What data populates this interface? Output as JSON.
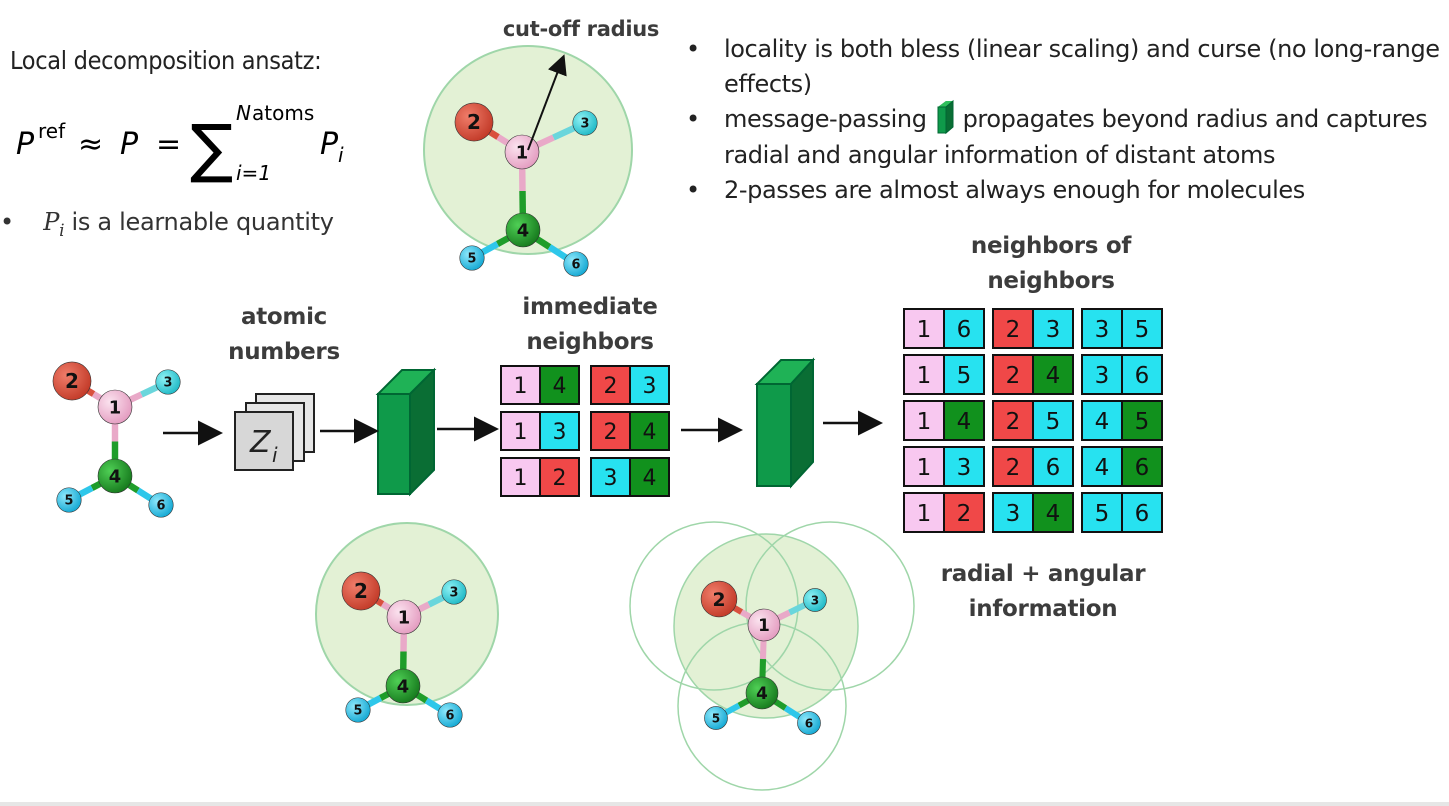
{
  "intro": "Local decomposition ansatz:",
  "formula": {
    "lhs": "P",
    "lhs_sup": "ref",
    "approx": "≈",
    "mid": "P",
    "eq": "=",
    "sum": "∑",
    "upper": "N",
    "upper_sub": "atoms",
    "lower": "i=1",
    "term": "P",
    "term_sub": "i"
  },
  "left_bullet": {
    "marker": "•",
    "symbol": "P",
    "sub": "i",
    "text": " is a learnable quantity"
  },
  "cutoff_label": "cut-off radius",
  "bullets": [
    "locality is both bless (linear scaling) and curse (no long-range effects)",
    "message-passing",
    "propagates beyond radius and captures radial and angular information of distant atoms",
    "2-passes are almost always enough for molecules"
  ],
  "headings": {
    "atomic": [
      "atomic",
      "numbers"
    ],
    "immediate": [
      "immediate",
      "neighbors"
    ],
    "neighbors_of": [
      "neighbors of",
      "neighbors"
    ],
    "radial": "radial + angular information"
  },
  "zi": {
    "symbol": "Z",
    "sub": "i"
  },
  "atoms": {
    "a1": "1",
    "a2": "2",
    "a3": "3",
    "a4": "4",
    "a5": "5",
    "a6": "6"
  },
  "colors": {
    "atom1": "#f3b8d4",
    "atom2": "#d9503e",
    "atom3": "#3ad0dc",
    "atom4": "#1f9d2a",
    "atom5": "#2ec7ea",
    "atom6": "#2ec7ea",
    "cutoff_fill": "#e3f1d5",
    "cutoff_stroke": "#9fd6a9",
    "block_front": "#0f9a4a",
    "block_side": "#0a6e34",
    "pink": "#f8c8f0",
    "red": "#f04848",
    "cyan": "#27e2f0",
    "green": "#11911d"
  },
  "immediate_pairs": [
    [
      [
        "1",
        "pink"
      ],
      [
        "4",
        "green"
      ]
    ],
    [
      [
        "2",
        "red"
      ],
      [
        "3",
        "cyan"
      ]
    ],
    [
      [
        "1",
        "pink"
      ],
      [
        "3",
        "cyan"
      ]
    ],
    [
      [
        "2",
        "red"
      ],
      [
        "4",
        "green"
      ]
    ],
    [
      [
        "1",
        "pink"
      ],
      [
        "2",
        "red"
      ]
    ],
    [
      [
        "3",
        "cyan"
      ],
      [
        "4",
        "green"
      ]
    ]
  ],
  "second_pairs": [
    [
      [
        "1",
        "pink"
      ],
      [
        "6",
        "cyan"
      ]
    ],
    [
      [
        "2",
        "red"
      ],
      [
        "3",
        "cyan"
      ]
    ],
    [
      [
        "3",
        "cyan"
      ],
      [
        "5",
        "cyan"
      ]
    ],
    [
      [
        "1",
        "pink"
      ],
      [
        "5",
        "cyan"
      ]
    ],
    [
      [
        "2",
        "red"
      ],
      [
        "4",
        "green"
      ]
    ],
    [
      [
        "3",
        "cyan"
      ],
      [
        "6",
        "cyan"
      ]
    ],
    [
      [
        "1",
        "pink"
      ],
      [
        "4",
        "green"
      ]
    ],
    [
      [
        "2",
        "red"
      ],
      [
        "5",
        "cyan"
      ]
    ],
    [
      [
        "4",
        "cyan"
      ],
      [
        "5",
        "green"
      ]
    ],
    [
      [
        "1",
        "pink"
      ],
      [
        "3",
        "cyan"
      ]
    ],
    [
      [
        "2",
        "red"
      ],
      [
        "6",
        "cyan"
      ]
    ],
    [
      [
        "4",
        "cyan"
      ],
      [
        "6",
        "green"
      ]
    ],
    [
      [
        "1",
        "pink"
      ],
      [
        "2",
        "red"
      ]
    ],
    [
      [
        "3",
        "cyan"
      ],
      [
        "4",
        "green"
      ]
    ],
    [
      [
        "5",
        "cyan"
      ],
      [
        "6",
        "cyan"
      ]
    ]
  ]
}
